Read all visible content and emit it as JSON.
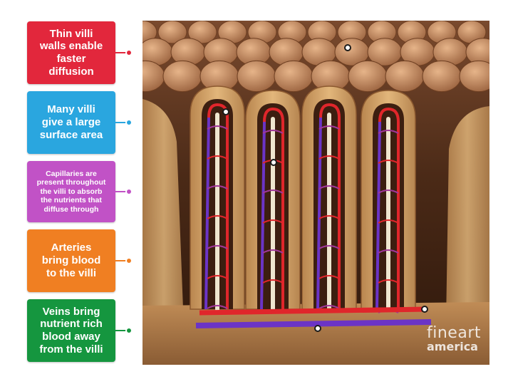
{
  "labels": [
    {
      "text": "Thin villi\nwalls enable\nfaster\ndiffusion",
      "color": "#e2273c"
    },
    {
      "text": "Many villi\ngive a large\nsurface area",
      "color": "#2aa6df"
    },
    {
      "text": "Capillaries are\npresent throughout\nthe villi to absorb\nthe nutrients that\ndiffuse through",
      "color": "#c152c6"
    },
    {
      "text": "Arteries\nbring blood\nto the villi",
      "color": "#f07f22"
    },
    {
      "text": "Veins bring\nnutrient rich\nblood away\nfrom the villi",
      "color": "#15963f"
    }
  ],
  "watermark": {
    "line1": "fineart",
    "line2": "america"
  },
  "colors": {
    "artery": "#e0262b",
    "vein": "#6b34c6",
    "villus_tissue": "#d5a66b",
    "lacteal": "#efe6cf",
    "cavity": "#3c1e10"
  }
}
